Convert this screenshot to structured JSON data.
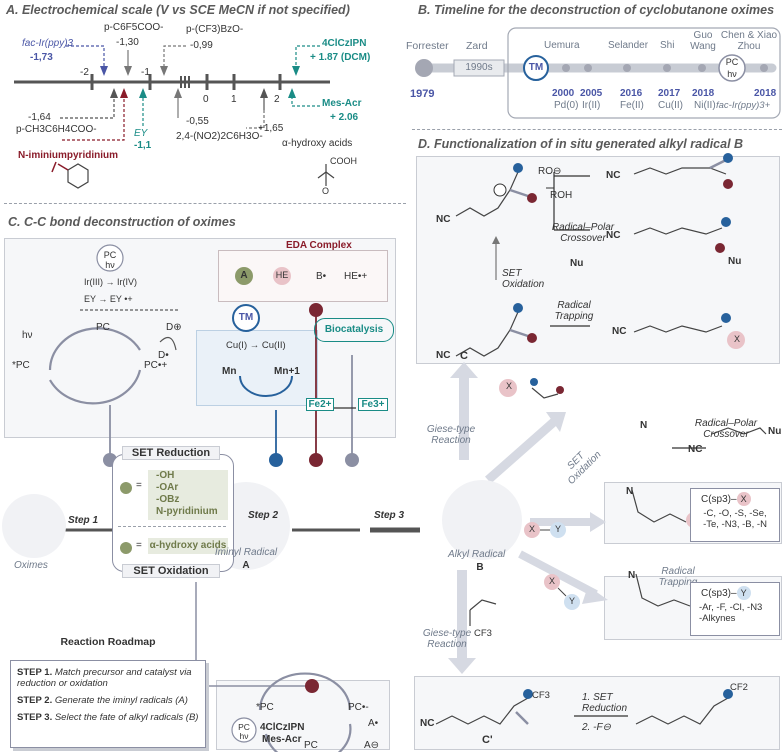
{
  "panels": {
    "a_title": "A. Electrochemical scale (V vs SCE MeCN if not specified)",
    "b_title": "B. Timeline for the deconstruction of cyclobutanone oximes",
    "c_title": "C. C-C bond deconstruction of oximes",
    "d_title": "D. Functionalization of in situ generated alkyl radical B"
  },
  "scale": {
    "ticks": [
      "-2",
      "-1",
      "0",
      "1",
      "2"
    ],
    "fac_ir": "fac-Ir(ppy)3",
    "fac_ir_val": "-1,73",
    "c6f5_label": "p-C6F5COO-",
    "c6f5_val": "-1,30",
    "cf3bzo_label": "p-(CF3)BzO-",
    "cf3bzo_val": "-0,99",
    "tolyl_val": "-1,64",
    "tolyl_label": "p-CH3C6H4COO-",
    "iminium": "N-iminiumpyridinium",
    "ey": "EY",
    "ey_val": "-1,1",
    "dnp_val": "-0,55",
    "dnp_label": "2,4-(NO2)2C6H3O-",
    "hydroxy_val": "+1,65",
    "hydroxy_label": "α-hydroxy acids",
    "cooh": "COOH",
    "o_label": "O",
    "cz_label": "4ClCzIPN",
    "cz_val": "+ 1.87 (DCM)",
    "mes_label": "Mes-Acr",
    "mes_val": "+ 2.06"
  },
  "timeline": {
    "forrester": "Forrester",
    "y1979": "1979",
    "zard": "Zard",
    "y1990s": "1990s",
    "tm": "TM",
    "pc": "PC",
    "hv": "hν",
    "entries": [
      {
        "name": "Uemura",
        "year": "2000",
        "metal": "Pd(0)"
      },
      {
        "name": "",
        "year": "2005",
        "metal": "Ir(II)"
      },
      {
        "name": "Selander",
        "year": "2016",
        "metal": "Fe(II)"
      },
      {
        "name": "Shi",
        "year": "2017",
        "metal": "Cu(II)"
      },
      {
        "name": "Guo\nWang",
        "year": "2018",
        "metal": "Ni(II)"
      },
      {
        "name": "Chen & Xiao\nZhou",
        "year": "2018",
        "metal": "fac-Ir(ppy)3+"
      }
    ]
  },
  "c_panel": {
    "pc": "PC",
    "hv": "hν",
    "ir_pair": "Ir(III) → Ir(IV)",
    "ey_pair": "EY → EY •+",
    "pc_top": "PC",
    "pc_star": "*PC",
    "pc_plus": "PC•+",
    "d_plus": "D⊕",
    "d_dot": "D•",
    "hv_left": "hν",
    "eda": "EDA Complex",
    "a": "A",
    "he": "HE",
    "b_dot": "B•",
    "he_plus": "HE•+",
    "tm": "TM",
    "cu": "Cu(I) → Cu(II)",
    "mn": "Mn",
    "mn1": "Mn+1",
    "biocat": "Biocatalysis",
    "fe2": "Fe2+",
    "fe3": "Fe3+",
    "set_reduction": "SET Reduction",
    "set_oxidation": "SET Oxidation",
    "red_list": [
      "-OH",
      "-OAr",
      "-OBz",
      "N-pyridinium"
    ],
    "equals": "=",
    "ox_item": "α-hydroxy acids",
    "oximes": "Oximes",
    "step1": "Step 1",
    "step2": "Step 2",
    "step3": "Step 3",
    "iminyl": "Iminyl Radical",
    "iminyl_letter": "A",
    "alkyl": "Alkyl Radical",
    "alkyl_letter": "B",
    "roadmap_title": "Reaction Roadmap",
    "roadmap": [
      {
        "bold": "STEP 1.",
        "text": " Match precursor and catalyst via reduction or oxidation"
      },
      {
        "bold": "STEP 2.",
        "text": " Generate the iminyl radicals (A)"
      },
      {
        "bold": "STEP 3.",
        "text": " Select the fate of alkyl radicals (B)"
      }
    ],
    "ox_pc_star": "*PC",
    "ox_pc_minus": "PC•-",
    "ox_pc": "PC",
    "ox_a_dot": "A•",
    "ox_a_minus": "A⊖",
    "ox_catalysts": [
      "4ClCzIPN",
      "Mes-Acr"
    ],
    "ox_pc_badge": "PC",
    "ox_hv_badge": "hν"
  },
  "d_panel": {
    "ro_minus": "RO⊖",
    "roh": "ROH",
    "nc": "NC",
    "n": "n",
    "rpc": "Radical–Polar\nCrossover",
    "nu": "Nu",
    "set_ox": "SET\nOxidation",
    "rad_trap": "Radical\nTrapping",
    "x": "X",
    "y": "Y",
    "c_label": "C",
    "c_prime": "C'",
    "giese": "Giese-type\nReaction",
    "set_ox2": "SET\nOxidation",
    "csp3x": "C(sp3)–",
    "x_list": "-C, -O, -S, -Se,\n-Te, -N3, -B, -N",
    "csp3y": "C(sp3)–",
    "y_list": "-Ar, -F, -Cl, -N3\n-Alkynes",
    "rad_trap2": "Radical\nTrapping",
    "cf3": "CF3",
    "cf2": "CF2",
    "set_red": "1. SET\nReduction",
    "f_minus": "2. -F⊖",
    "n_atom": "N"
  },
  "colors": {
    "teal": "#1a8c86",
    "blue": "#4a56a6",
    "red": "#8a1c2a",
    "node_red": "#7a2733",
    "node_blue": "#27619c",
    "node_gray": "#8b8fa3",
    "pink": "#e9c3c8",
    "lightblue": "#cfe0f0"
  }
}
